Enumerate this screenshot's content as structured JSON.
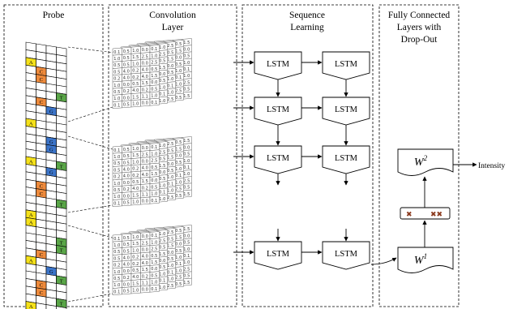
{
  "columns": {
    "probe": "Probe",
    "convolution": [
      "Convolution",
      "Layer"
    ],
    "sequence": [
      "Sequence",
      "Learning"
    ],
    "fully_connected": [
      "Fully Connected",
      "Layers with",
      "Drop-Out"
    ]
  },
  "probe_cells": [
    {
      "row": 2,
      "col": 0,
      "letter": "A",
      "color": "#f5e11a"
    },
    {
      "row": 3,
      "col": 1,
      "letter": "C",
      "color": "#ee8a3b"
    },
    {
      "row": 4,
      "col": 1,
      "letter": "C",
      "color": "#ee8a3b"
    },
    {
      "row": 6,
      "col": 3,
      "letter": "T",
      "color": "#5aa648"
    },
    {
      "row": 7,
      "col": 1,
      "letter": "C",
      "color": "#ee8a3b"
    },
    {
      "row": 8,
      "col": 2,
      "letter": "G",
      "color": "#3b74c9"
    },
    {
      "row": 10,
      "col": 0,
      "letter": "A",
      "color": "#f5e11a"
    },
    {
      "row": 12,
      "col": 2,
      "letter": "G",
      "color": "#3b74c9"
    },
    {
      "row": 13,
      "col": 2,
      "letter": "G",
      "color": "#3b74c9"
    },
    {
      "row": 15,
      "col": 0,
      "letter": "A",
      "color": "#f5e11a"
    },
    {
      "row": 15,
      "col": 3,
      "letter": "T",
      "color": "#5aa648"
    },
    {
      "row": 16,
      "col": 2,
      "letter": "G",
      "color": "#3b74c9"
    },
    {
      "row": 18,
      "col": 1,
      "letter": "C",
      "color": "#ee8a3b"
    },
    {
      "row": 19,
      "col": 1,
      "letter": "C",
      "color": "#ee8a3b"
    },
    {
      "row": 20,
      "col": 3,
      "letter": "T",
      "color": "#5aa648"
    },
    {
      "row": 22,
      "col": 0,
      "letter": "A",
      "color": "#f5e11a"
    },
    {
      "row": 23,
      "col": 0,
      "letter": "A",
      "color": "#f5e11a"
    },
    {
      "row": 25,
      "col": 3,
      "letter": "T",
      "color": "#5aa648"
    },
    {
      "row": 26,
      "col": 3,
      "letter": "T",
      "color": "#5aa648"
    },
    {
      "row": 27,
      "col": 1,
      "letter": "C",
      "color": "#ee8a3b"
    },
    {
      "row": 28,
      "col": 0,
      "letter": "A",
      "color": "#f5e11a"
    },
    {
      "row": 29,
      "col": 2,
      "letter": "G",
      "color": "#3b74c9"
    },
    {
      "row": 30,
      "col": 3,
      "letter": "T",
      "color": "#5aa648"
    },
    {
      "row": 31,
      "col": 1,
      "letter": "C",
      "color": "#ee8a3b"
    },
    {
      "row": 32,
      "col": 1,
      "letter": "C",
      "color": "#ee8a3b"
    },
    {
      "row": 33,
      "col": 3,
      "letter": "T",
      "color": "#5aa648"
    },
    {
      "row": 34,
      "col": 0,
      "letter": "A",
      "color": "#f5e11a"
    }
  ],
  "conv_grid_values": [
    [
      "0.1",
      "0.5",
      "1.0",
      "0.0"
    ],
    [
      "1.0",
      "0.5",
      "1.5",
      "2.5",
      "1.0",
      "0.1"
    ],
    [
      "0.5",
      "0.5",
      "1.0",
      "0.0",
      "2.5",
      "1.0",
      "0.1"
    ],
    [
      "0.5",
      "4.0",
      "0.2",
      "4.0",
      "0.5",
      "1.5",
      "1.0"
    ],
    [
      "0.2",
      "4.0",
      "0.2",
      "4.0",
      "1.5",
      "1.0"
    ],
    [
      "1.0",
      "0.0",
      "0.5",
      "1.5",
      "0.0",
      "0.5",
      "1.1"
    ],
    [
      "0.5",
      "0.2",
      "4.0",
      "0.2"
    ],
    [
      "1.0",
      "0.0",
      "1.5",
      "1.1"
    ]
  ],
  "lstm_label": "LSTM",
  "weights": {
    "top": "W",
    "top_sup": "2",
    "bottom": "W",
    "bottom_sup": "1"
  },
  "dropout_marks": [
    "✖",
    "✖✖"
  ],
  "output_label": "Intensity"
}
